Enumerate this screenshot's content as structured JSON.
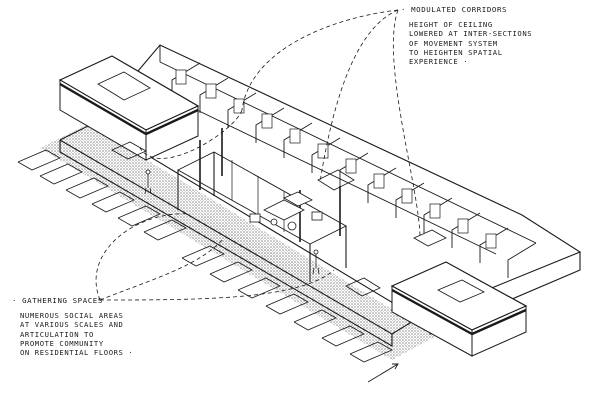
{
  "annotations": {
    "corridors": {
      "title": "· MODULATED CORRIDORS",
      "lines": [
        "HEIGHT OF CEILING",
        "LOWERED AT INTER-SECTIONS",
        "OF MOVEMENT SYSTEM",
        "TO HEIGHTEN SPATIAL",
        "EXPERIENCE ·"
      ]
    },
    "gathering": {
      "title": "· GATHERING SPACES",
      "lines": [
        "NUMEROUS SOCIAL AREAS",
        "AT VARIOUS SCALES AND",
        "ARTICULATION TO",
        "PROMOTE COMMUNITY",
        "ON RESIDENTIAL FLOORS ·"
      ]
    }
  },
  "colors": {
    "ink": "#1a1a1a",
    "shadow_tone": "#8c8c8c",
    "paper": "#ffffff"
  }
}
